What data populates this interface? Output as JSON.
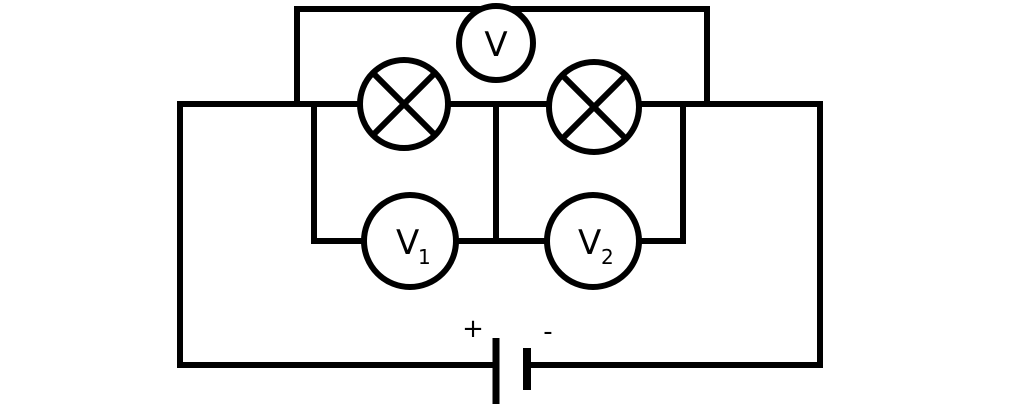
{
  "diagram": {
    "voltmeter_top": {
      "symbol": "V"
    },
    "voltmeter_1": {
      "symbol": "V",
      "subscript": "1"
    },
    "voltmeter_2": {
      "symbol": "V",
      "subscript": "2"
    },
    "battery": {
      "positive_label": "+",
      "negative_label": "-"
    },
    "colors": {
      "stroke": "#000000",
      "background": "#ffffff"
    }
  }
}
